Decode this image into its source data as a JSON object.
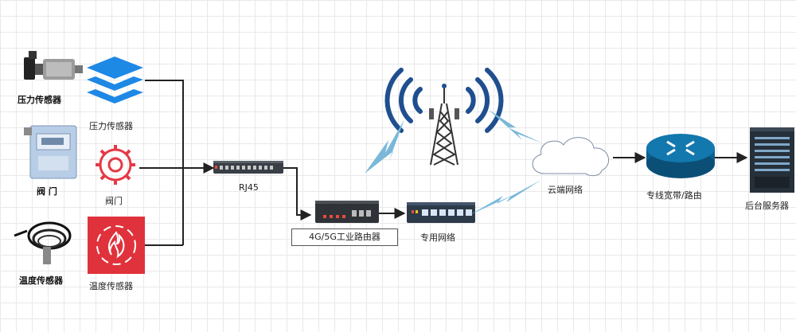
{
  "labels": {
    "pressure_photo": "压力传感器",
    "valve_photo": "阀 门",
    "temp_photo": "温度传感器",
    "pressure_icon": "压力传感器",
    "valve_icon": "阀门",
    "temp_icon": "温度传感器",
    "rj45": "RJ45",
    "router": "4G/5G工业路由器",
    "private_net": "专用网络",
    "cloud": "云端网络",
    "broadband": "专线宽带/路由",
    "server": "后台服务器"
  },
  "colors": {
    "blue_icon": "#1e88e5",
    "valve_red": "#e53946",
    "temp_red": "#e0323c",
    "signal_blue": "#1f4f8f",
    "lightning": "#7ab8d9",
    "router_blue": "#0d5f8e",
    "server_dark": "#26303a"
  }
}
